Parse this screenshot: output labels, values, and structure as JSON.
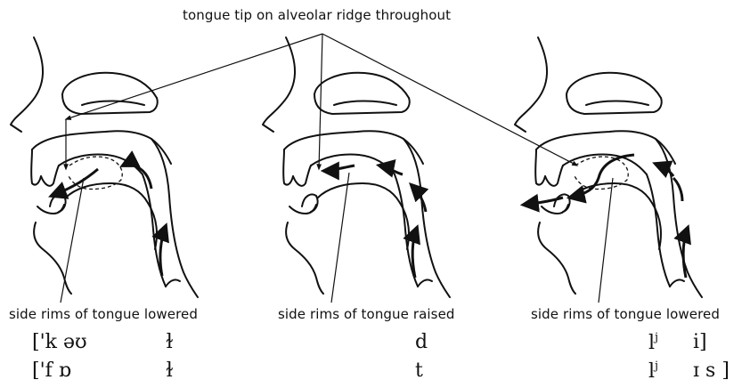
{
  "top_label": "tongue tip on alveolar ridge throughout",
  "panels": [
    {
      "caption": "side rims of tongue lowered"
    },
    {
      "caption": "side rims of tongue raised"
    },
    {
      "caption": "side rims of tongue lowered"
    }
  ],
  "transcription": {
    "row1": [
      "['k əʊ",
      "ɫ",
      "d",
      "l",
      "j",
      "i]"
    ],
    "row2": [
      "['f ɒ",
      "ɫ",
      "t",
      "l",
      "j",
      "ɪ s ]"
    ]
  }
}
